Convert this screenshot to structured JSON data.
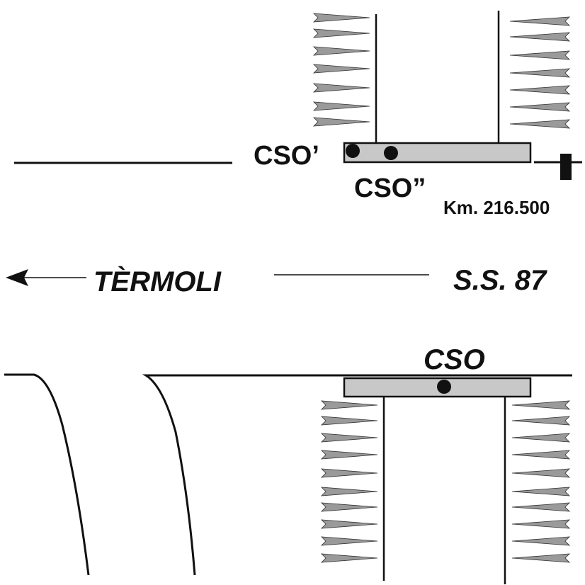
{
  "labels": {
    "cso_prime": "CSO’",
    "cso_double_prime": "CSO”",
    "km_marker": "Km. 216.500",
    "termoli": "TÈRMOLI",
    "ss87": "S.S. 87",
    "cso_bottom": "CSO"
  },
  "colors": {
    "line": "#111111",
    "bridge_fill": "#c8c8c8",
    "hatch_fill": "#9a9a9a"
  },
  "icons": {
    "direction": "arrow-left-icon",
    "marker": "km-post-icon"
  }
}
